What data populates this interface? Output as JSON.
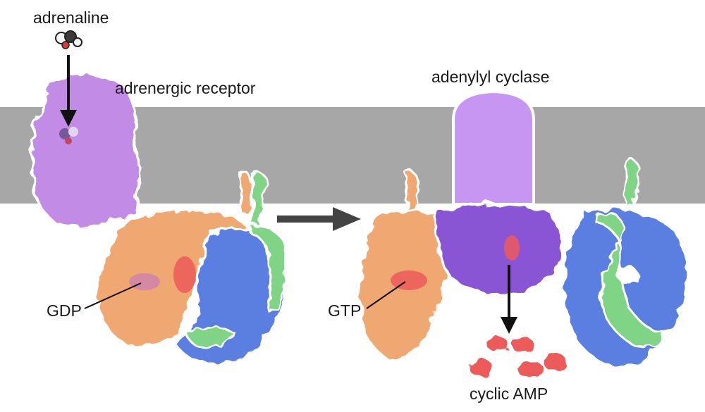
{
  "labels": {
    "adrenaline": "adrenaline",
    "adrenergic_receptor": "adrenergic receptor",
    "adenylyl_cyclase": "adenylyl cyclase",
    "gdp": "GDP",
    "gtp": "GTP",
    "cyclic_amp": "cyclic AMP"
  },
  "colors": {
    "membrane": "#a7a7a7",
    "receptor": "#c28ce6",
    "g_alpha": "#f0a872",
    "g_beta": "#5a7fe0",
    "g_gamma": "#7fd486",
    "nucleotide": "#ec5a5a",
    "cyclase_domain": "#c795f2",
    "cyclase_catalytic": "#8a55d4",
    "arrow": "#444444"
  }
}
